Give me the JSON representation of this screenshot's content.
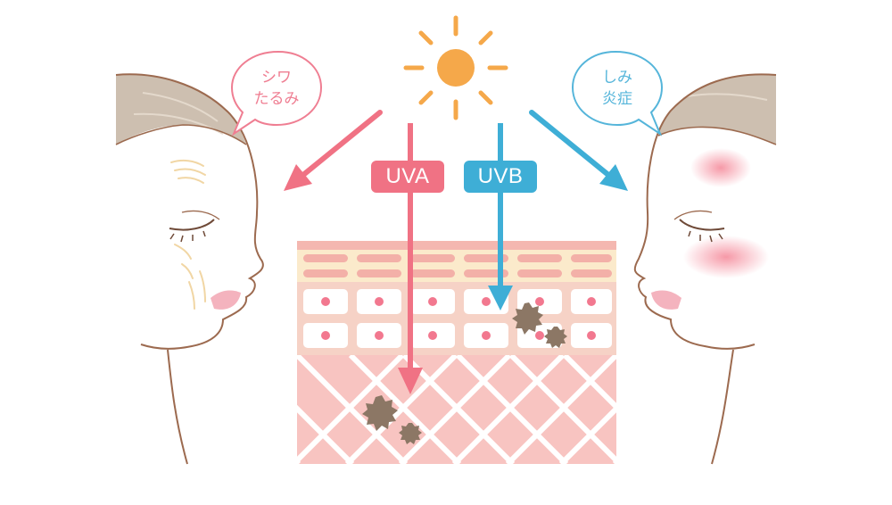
{
  "bubbles": {
    "left": {
      "line1": "シワ",
      "line2": "たるみ"
    },
    "right": {
      "line1": "しみ",
      "line2": "炎症"
    }
  },
  "rays": {
    "uva": {
      "label": "UVA"
    },
    "uvb": {
      "label": "UVB"
    }
  },
  "icons": {
    "sun": "sun-icon",
    "melanin": "melanin-spot-icon"
  },
  "colors": {
    "uva": "#f07284",
    "uvb": "#3eaed6",
    "sun": "#f5a84a",
    "skin_top": "#f4b7b0",
    "stratum": "#fbeacb",
    "epidermis": "#f6d2c6",
    "dermis": "#f8c4c1",
    "melanin": "#8c7765",
    "face_line": "#9c6a4f",
    "hair": "#cdbfb0",
    "bubble_left": "#ef7e92",
    "bubble_right": "#55b5da"
  }
}
